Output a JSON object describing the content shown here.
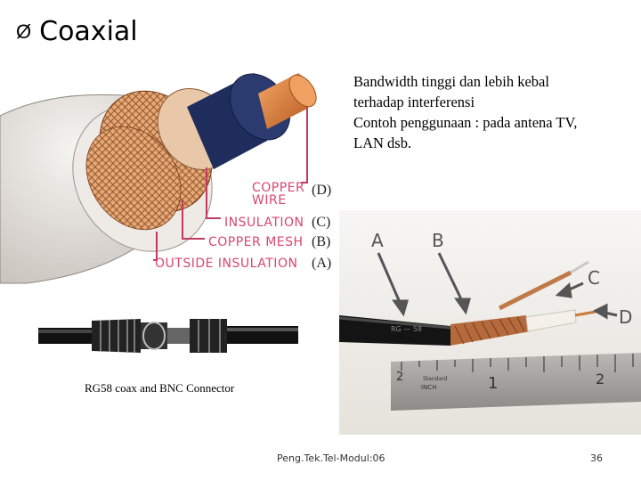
{
  "heading": {
    "bullet": "Ø",
    "title": "Coaxial"
  },
  "description": [
    "Bandwidth tinggi dan lebih kebal",
    "terhadap interferensi",
    "Contoh penggunaan : pada antena TV,",
    "LAN dsb."
  ],
  "diagram": {
    "labels": {
      "copper_wire_line1": "COPPER",
      "copper_wire_line2": "WIRE",
      "insulation": "INSULATION",
      "copper_mesh": "COPPER MESH",
      "outside_insulation": "OUTSIDE INSULATION"
    },
    "letters": {
      "d": "(D)",
      "c": "(C)",
      "b": "(B)",
      "a": "(A)"
    },
    "colors": {
      "label": "#d9476e",
      "copper": "#d7793a",
      "navy": "#1f2d5c",
      "jacket": "#e6e1dc"
    }
  },
  "bnc_caption": "RG58 coax and BNC Connector",
  "photo": {
    "cable_print": "RG — 58",
    "arrow_labels": {
      "a": "A",
      "b": "B",
      "c": "C",
      "d": "D"
    },
    "ruler_text": [
      "Standard",
      "INCH",
      "2",
      "1",
      "2"
    ]
  },
  "footer": {
    "text": "Peng.Tek.Tel-Modul:06",
    "page": "36"
  }
}
